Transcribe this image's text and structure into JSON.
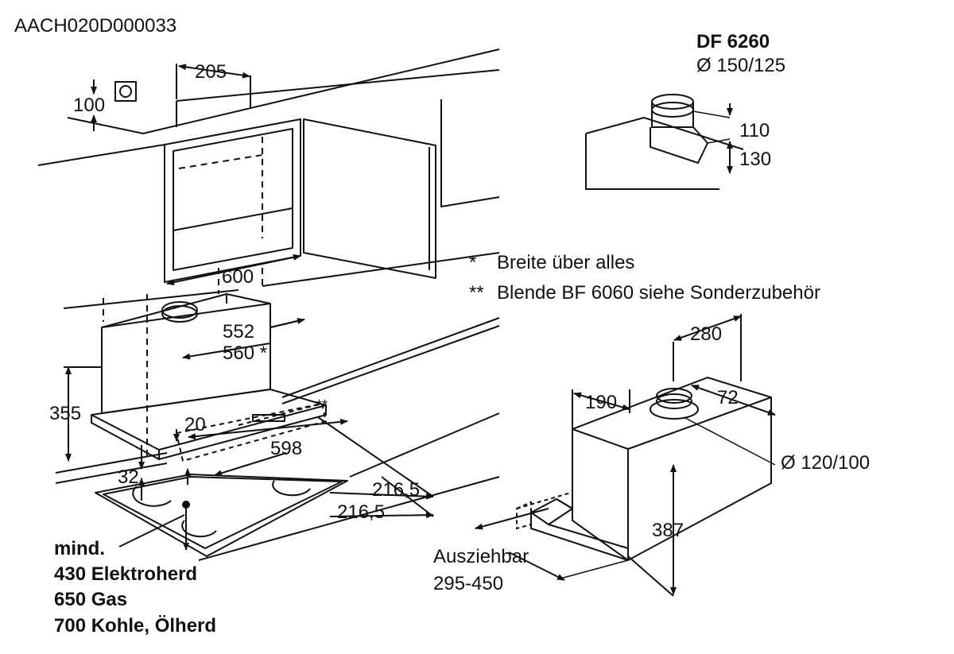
{
  "drawing_id": "AACH020D000033",
  "dims": {
    "d205": "205",
    "d100": "100",
    "d600": "600",
    "d552": "552",
    "d560": "560 *",
    "d355": "355",
    "d20": "20",
    "d598": "598",
    "d32": "32",
    "d216a": "216,5",
    "d216b": "216,5",
    "d280": "280",
    "d190": "190",
    "d72": "72",
    "d387": "387",
    "d110": "110",
    "d130": "130",
    "d_dia_small": "Ø 120/100",
    "dstar2": "**"
  },
  "accessory": {
    "name": "DF 6260",
    "diameter": "Ø 150/125"
  },
  "notes": [
    {
      "mark": "*",
      "text": "Breite über alles"
    },
    {
      "mark": "**",
      "text": "Blende BF 6060 siehe Sonderzubehör"
    }
  ],
  "extract": {
    "label": "Ausziehbar",
    "range": "295-450"
  },
  "min_distance": {
    "title": "mind.",
    "lines": [
      "430 Elektroherd",
      "650 Gas",
      "700 Kohle, Ölherd"
    ]
  }
}
